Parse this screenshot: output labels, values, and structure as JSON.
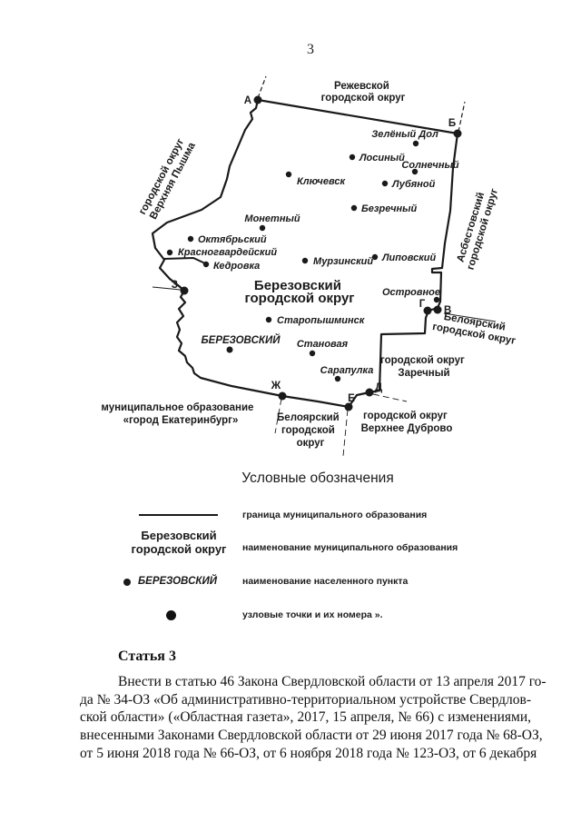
{
  "page": {
    "number": "3"
  },
  "map": {
    "title_lines": [
      "Березовский",
      "городской округ"
    ],
    "neighbors": {
      "rezhevskoy": [
        "Режевской",
        "городской округ"
      ],
      "verkhnyaya_pyshma": [
        "городской округ",
        "Верхняя Пышма"
      ],
      "asbestovsky": [
        "Асбестовский",
        "городской округ"
      ],
      "beloyarsky_east": [
        "Белоярский",
        "городской округ"
      ],
      "zarechny": [
        "городской округ",
        "Заречный"
      ],
      "verkhneye_dubrovo": [
        "городской округ",
        "Верхнее Дуброво"
      ],
      "beloyarsky_south": [
        "Белоярский",
        "городской",
        "округ"
      ],
      "ekaterinburg": [
        "муниципальное образование",
        "«город Екатеринбург»"
      ]
    },
    "settlements": [
      "Зелёный Дол",
      "Лосиный",
      "Солнечный",
      "Ключевск",
      "Лубяной",
      "Безречный",
      "Монетный",
      "Октябрьский",
      "Красногвардейский",
      "Кедровка",
      "Мурзинский",
      "Липовский",
      "Островное",
      "Старопышминск",
      "БЕРЕЗОВСКИЙ",
      "Становая",
      "Сарапулка"
    ],
    "nodes": [
      "А",
      "Б",
      "В",
      "Г",
      "Д",
      "Е",
      "Ж",
      "З"
    ]
  },
  "legend": {
    "title": "Условные обозначения",
    "rows": [
      {
        "label": "граница муниципального образования"
      },
      {
        "symbol_lines": [
          "Березовский",
          "городской округ"
        ],
        "label": "наименование муниципального образования"
      },
      {
        "symbol": "БЕРЕЗОВСКИЙ",
        "label": "наименование населенного пункта"
      },
      {
        "label": "узловые точки и их номера »."
      }
    ]
  },
  "article": {
    "heading": "Статья 3",
    "lines": [
      "Внести в статью 46 Закона Свердловской области от 13 апреля 2017 го-",
      "да № 34-ОЗ «Об административно-территориальном устройстве Свердлов-",
      "ской области» («Областная газета», 2017, 15 апреля, № 66) с изменениями,",
      "внесенными Законами Свердловской области от 29 июня 2017 года № 68-ОЗ,",
      "от 5 июня 2018 года № 66-ОЗ, от 6 ноября 2018 года № 123-ОЗ, от 6 декабря"
    ]
  },
  "colors": {
    "ink": "#1a1a1a",
    "paper": "#ffffff"
  }
}
